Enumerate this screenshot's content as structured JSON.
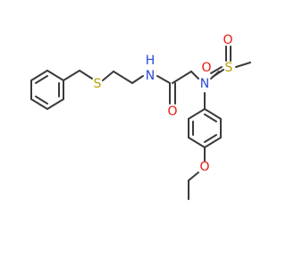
{
  "molecule": {
    "atoms": {
      "s_thioether": {
        "text": "S",
        "color": "#b8a100"
      },
      "n_amide": {
        "text": "N",
        "color": "#2a49d8"
      },
      "h_amide": {
        "text": "H",
        "color": "#2a49d8"
      },
      "o_amide": {
        "text": "O",
        "color": "#e8180c"
      },
      "n_sulfonamide": {
        "text": "N",
        "color": "#2a49d8"
      },
      "s_sulfonyl": {
        "text": "S",
        "color": "#b8a100"
      },
      "o_sulfonyl_top": {
        "text": "O",
        "color": "#e8180c"
      },
      "o_sulfonyl_left": {
        "text": "O",
        "color": "#e8180c"
      },
      "o_ether": {
        "text": "O",
        "color": "#e8180c"
      }
    },
    "bond_color": "#3a3a3a"
  }
}
